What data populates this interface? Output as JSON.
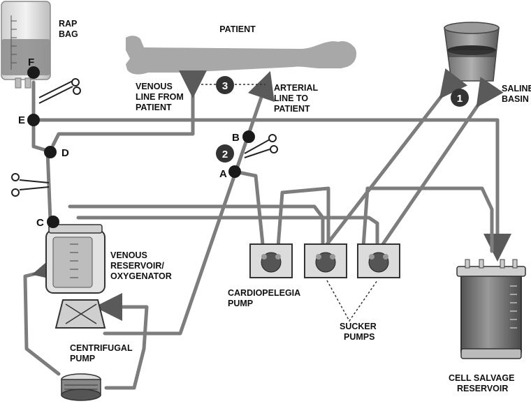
{
  "title": "PATIENT",
  "rap_bag": {
    "line1": "RAP",
    "line2": "BAG"
  },
  "venous_line": {
    "line1": "VENOUS",
    "line2": "LINE FROM",
    "line3": "PATIENT"
  },
  "arterial_line": {
    "line1": "ARTERIAL",
    "line2": "LINE TO",
    "line3": "PATIENT"
  },
  "saline": {
    "line1": "SALINE",
    "line2": "BASIN"
  },
  "reservoir": {
    "line1": "VENOUS",
    "line2": "RESERVOIR/",
    "line3": "OXYGENATOR"
  },
  "cardioplegia": {
    "line1": "CARDIOPELEGIA",
    "line2": "PUMP"
  },
  "sucker": {
    "line1": "SUCKER",
    "line2": "PUMPS"
  },
  "centrifugal": {
    "line1": "CENTRIFUGAL",
    "line2": "PUMP"
  },
  "cell_salvage": {
    "line1": "CELL SALVAGE",
    "line2": "RESERVOIR"
  },
  "points": {
    "A": "A",
    "B": "B",
    "C": "C",
    "D": "D",
    "E": "E",
    "F": "F"
  },
  "steps": {
    "one": "1",
    "two": "2",
    "three": "3"
  },
  "colors": {
    "tube": "#7d7d7d",
    "patient": "#a8a8a8",
    "badge": "#333333"
  }
}
